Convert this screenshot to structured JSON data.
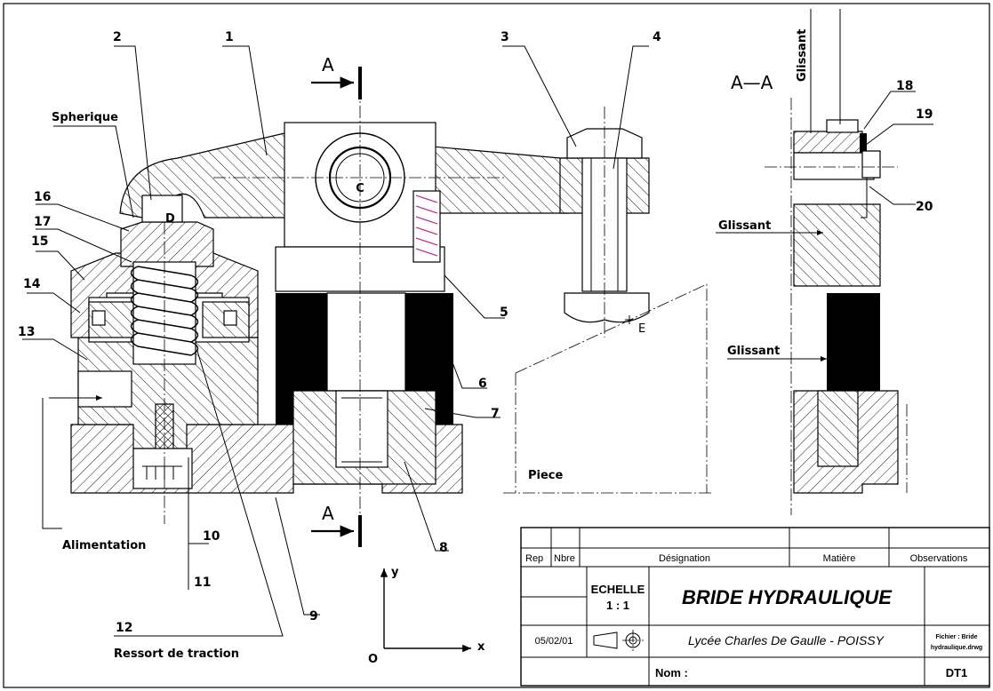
{
  "part_numbers": [
    "1",
    "2",
    "3",
    "4",
    "5",
    "6",
    "7",
    "8",
    "9",
    "10",
    "11",
    "12",
    "13",
    "14",
    "15",
    "16",
    "17",
    "18",
    "19",
    "20"
  ],
  "labels": {
    "spherique": "Spherique",
    "alimentation": "Alimentation",
    "ressort": "Ressort de traction",
    "piece": "Piece",
    "glissant": "Glissant",
    "section_a": "A",
    "section_view": "A—A",
    "point_c": "C",
    "point_d": "D",
    "point_e": "E",
    "axis_y": "y",
    "axis_x": "x",
    "origin": "O"
  },
  "title_block": {
    "col_rep": "Rep",
    "col_nbre": "Nbre",
    "col_designation": "Désignation",
    "col_matiere": "Matière",
    "col_observations": "Observations",
    "echelle_label": "ECHELLE",
    "echelle_value": "1 : 1",
    "title": "BRIDE HYDRAULIQUE",
    "date": "05/02/01",
    "school": "Lycée Charles De Gaulle - POISSY",
    "fichier_line1": "Fichier : Bride",
    "fichier_line2": "hydraulique.drwg",
    "nom_label": "Nom :",
    "sheet": "DT1"
  }
}
